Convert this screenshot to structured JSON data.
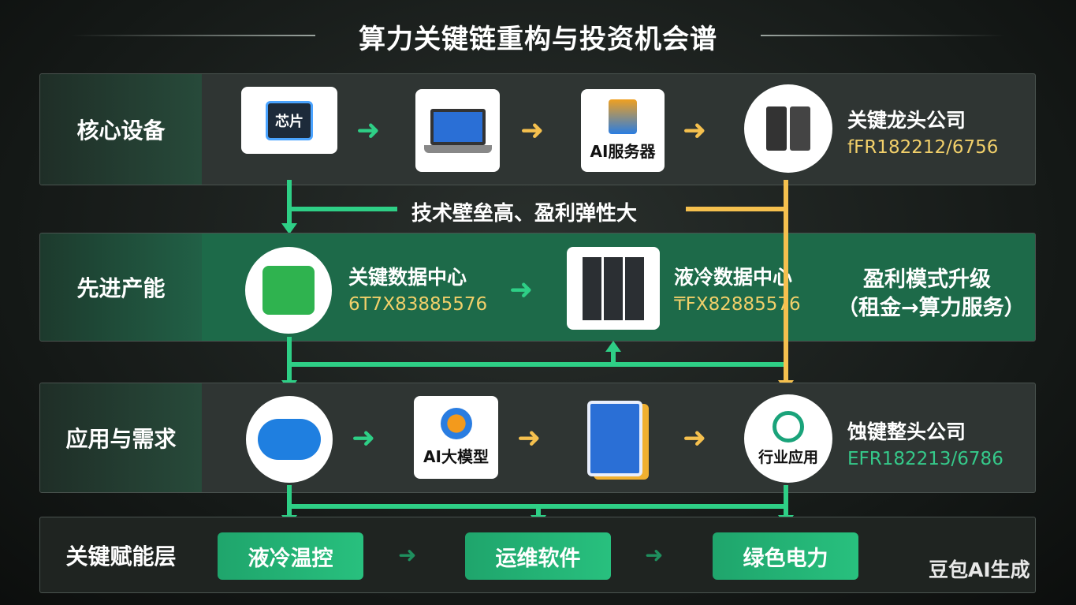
{
  "title": "算力关键链重构与投资机会谱",
  "rows": {
    "core": {
      "label": "核心设备",
      "chip_text": "芯片",
      "server_label": "AI服务器",
      "company": "关键龙头公司",
      "code": "fFR182212/6756"
    },
    "capacity": {
      "label": "先进产能",
      "dc1_name": "关键数据中心",
      "dc1_code": "6T7X83885576",
      "dc2_name": "液冷数据中心",
      "dc2_code": "₸FX82885576",
      "model_title": "盈利模式升级",
      "model_sub": "（租金→算力服务）"
    },
    "app": {
      "label": "应用与需求",
      "llm_label": "AI大模型",
      "industry_label": "行业应用",
      "company": "蚀键整头公司",
      "code": "EFR182213/6786"
    },
    "enable": {
      "label": "关键赋能层",
      "items": [
        "液冷温控",
        "运维软件",
        "绿色电力"
      ]
    }
  },
  "connector_note": "技术壁垒高、盈利弹性大",
  "watermark": "豆包AI生成"
}
